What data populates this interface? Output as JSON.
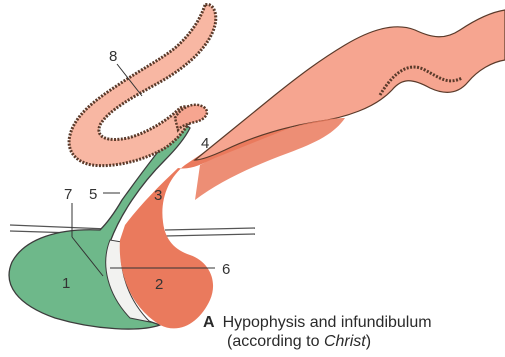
{
  "labels": {
    "n1": "1",
    "n2": "2",
    "n3": "3",
    "n4": "4",
    "n5": "5",
    "n6": "6",
    "n7": "7",
    "n8": "8"
  },
  "caption": {
    "letter": "A",
    "line1": "Hypophysis and infundibulum",
    "line2_prefix": "(according to ",
    "line2_author": "Christ",
    "line2_suffix": ")"
  },
  "colors": {
    "salmon": "#f6a590",
    "salmon_light": "#f8b7a3",
    "red_orange": "#ea7a5d",
    "green": "#6eb88a",
    "outline": "#5a3a2a",
    "white_band": "#f2f2f0"
  }
}
